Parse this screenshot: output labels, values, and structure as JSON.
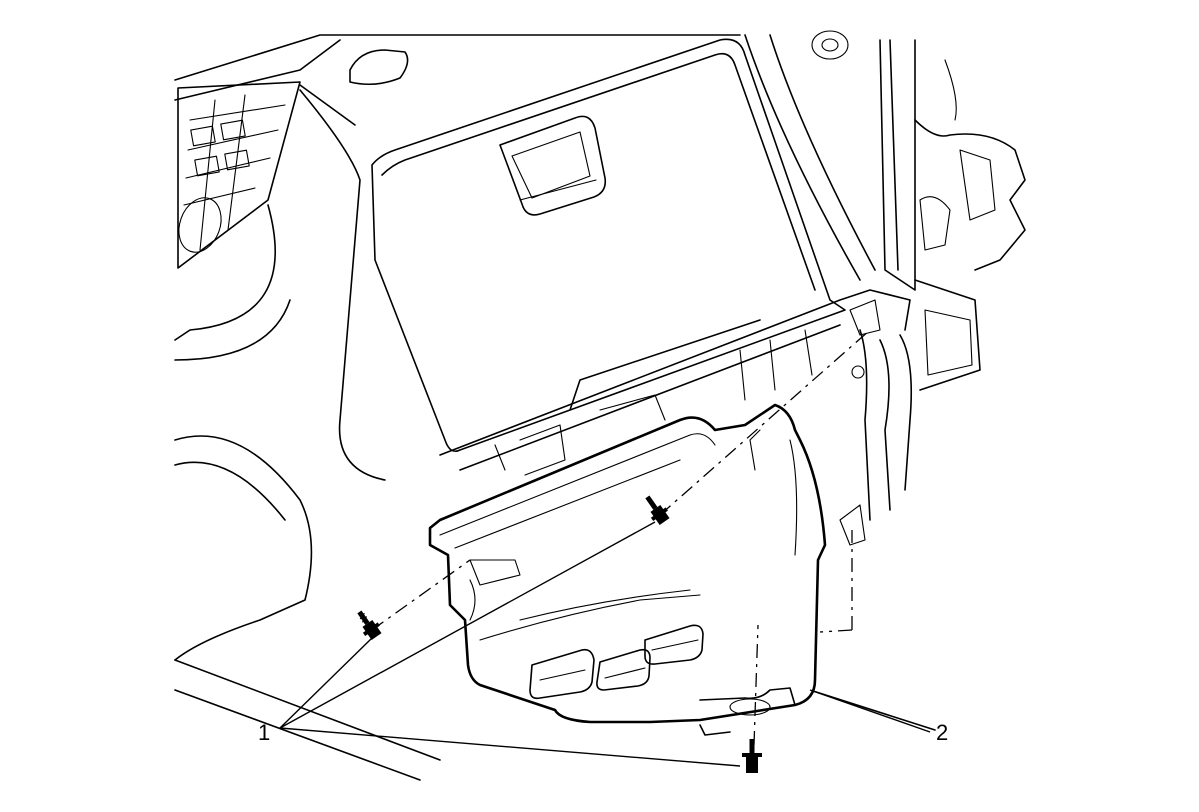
{
  "diagram": {
    "callouts": [
      {
        "id": "1",
        "label": "1"
      },
      {
        "id": "2",
        "label": "2"
      }
    ]
  }
}
